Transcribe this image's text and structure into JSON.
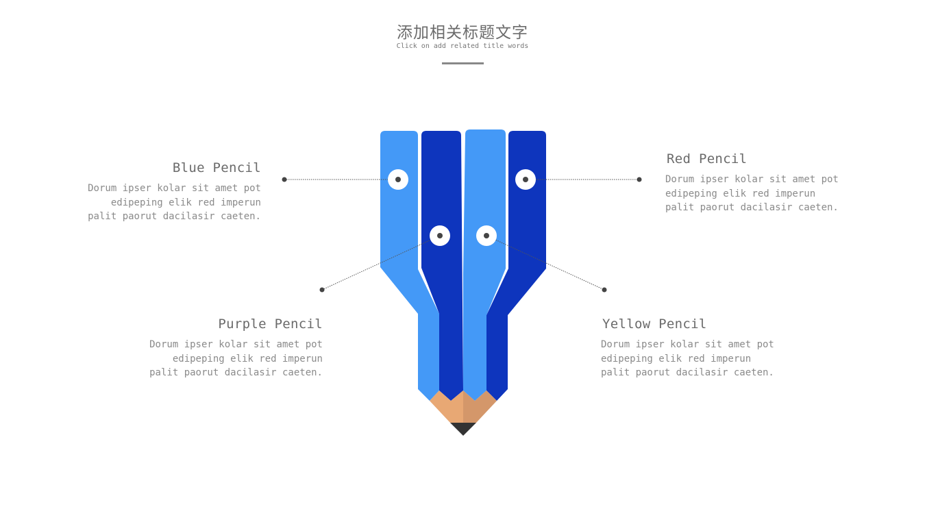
{
  "header": {
    "title": "添加相关标题文字",
    "subtitle": "Click on add related title words"
  },
  "items": [
    {
      "id": "blue",
      "heading": "Blue Pencil",
      "body": "Dorum ipser kolar sit amet pot\nedipeping elik red imperun\npalit paorut dacilasir caeten."
    },
    {
      "id": "red",
      "heading": "Red Pencil",
      "body": "Dorum ipser kolar sit amet pot\nedipeping elik red imperun\npalit paorut dacilasir caeten."
    },
    {
      "id": "purple",
      "heading": "Purple Pencil",
      "body": "Dorum ipser kolar sit amet pot\nedipeping elik red imperun\npalit paorut dacilasir caeten."
    },
    {
      "id": "yellow",
      "heading": "Yellow Pencil",
      "body": "Dorum ipser kolar sit amet pot\nedipeping elik red imperun\npalit paorut dacilasir caeten."
    }
  ],
  "colors": {
    "light_blue": "#4499f7",
    "dark_blue": "#0e35bd",
    "wood_light": "#e8a874",
    "wood_dark": "#d4976a",
    "lead": "#333333",
    "connector": "#444444",
    "underline": "#888888"
  }
}
